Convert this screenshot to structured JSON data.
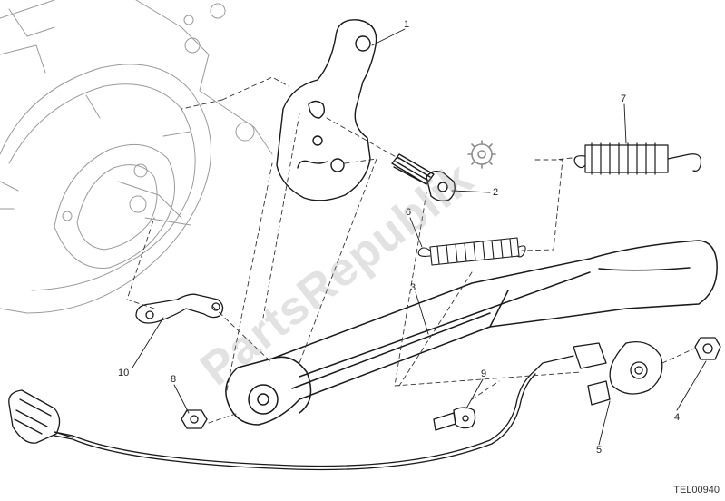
{
  "diagram": {
    "part_labels": [
      "1",
      "2",
      "3",
      "4",
      "5",
      "6",
      "7",
      "8",
      "9",
      "10"
    ],
    "reference_code": "TEL00940",
    "watermark_text": "PartsRepublik",
    "colors": {
      "line": "#1a1a1a",
      "faint": "#9a9a9a",
      "watermark": "#9b9b9b"
    }
  }
}
